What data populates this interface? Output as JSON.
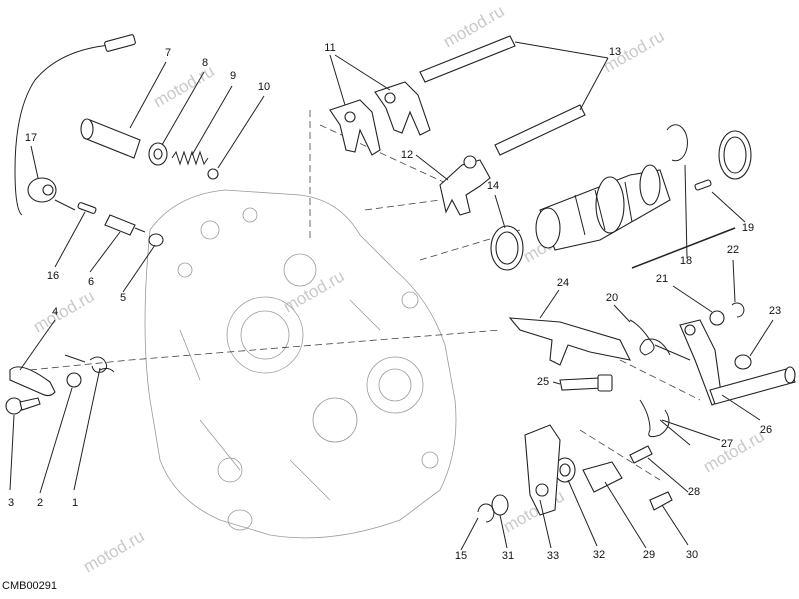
{
  "diagram": {
    "code": "CMB00291",
    "watermark": "motod.ru",
    "callouts": [
      "1",
      "2",
      "3",
      "4",
      "5",
      "6",
      "7",
      "8",
      "9",
      "10",
      "11",
      "12",
      "13",
      "14",
      "15",
      "16",
      "17",
      "18",
      "19",
      "20",
      "21",
      "22",
      "23",
      "24",
      "25",
      "26",
      "27",
      "28",
      "29",
      "30",
      "31",
      "32",
      "33"
    ]
  }
}
